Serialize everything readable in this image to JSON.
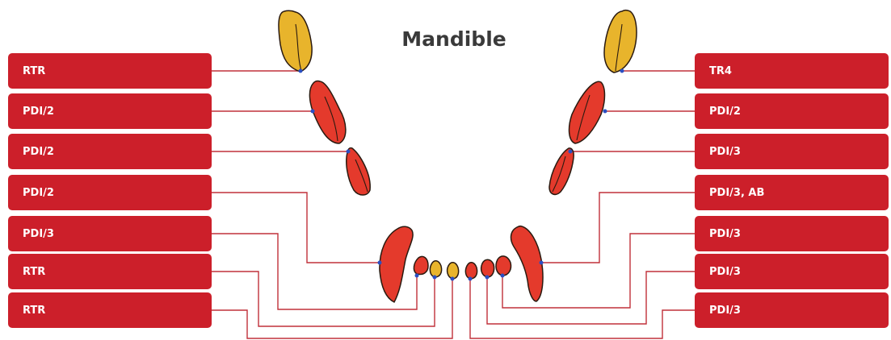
{
  "title": "Mandible",
  "colors": {
    "box": "#cc1f2a",
    "line": "#c0303a",
    "tooth_red": "#e43a2c",
    "tooth_yellow": "#e8b42c",
    "outline": "#2a1a10",
    "dot": "#2b4fc2"
  },
  "left_labels": [
    "RTR",
    "PDI/2",
    "PDI/2",
    "PDI/2",
    "PDI/3",
    "RTR",
    "RTR"
  ],
  "right_labels": [
    "TR4",
    "PDI/2",
    "PDI/3",
    "PDI/3, AB",
    "PDI/3",
    "PDI/3",
    "PDI/3"
  ]
}
